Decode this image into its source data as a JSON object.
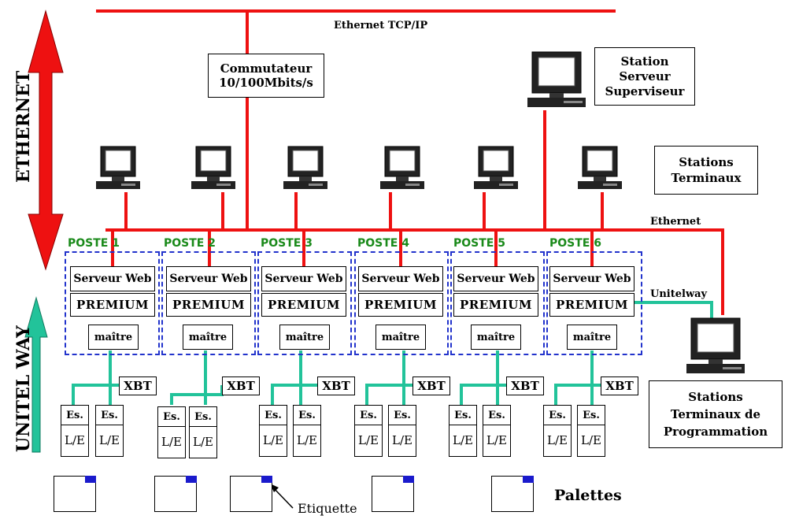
{
  "labels": {
    "ethernet_tcpip": "Ethernet TCP/IP",
    "ethernet": "Ethernet",
    "unitelway": "Unitelway",
    "ethernet_vertical": "ETHERNET",
    "unitelway_vertical": "UNITEL WAY",
    "etiquette": "Etiquette",
    "palettes": "Palettes"
  },
  "switch": {
    "line1": "Commutateur",
    "line2": "10/100Mbits/s"
  },
  "station_serveur": {
    "line1": "Station",
    "line2": "Serveur",
    "line3": "Superviseur"
  },
  "stations_terminaux": {
    "line1": "Stations",
    "line2": "Terminaux"
  },
  "stations_programmation": {
    "line1": "Stations",
    "line2": "Terminaux de",
    "line3": "Programmation"
  },
  "postes": [
    {
      "name": "POSTE 1",
      "web": "Serveur Web",
      "plc": "PREMIUM",
      "master": "maître",
      "hmi": "XBT",
      "io": [
        {
          "es": "Es.",
          "le": "L/E"
        },
        {
          "es": "Es.",
          "le": "L/E"
        }
      ]
    },
    {
      "name": "POSTE 2",
      "web": "Serveur Web",
      "plc": "PREMIUM",
      "master": "maître",
      "hmi": "XBT",
      "io": [
        {
          "es": "Es.",
          "le": "L/E"
        },
        {
          "es": "Es.",
          "le": "L/E"
        }
      ]
    },
    {
      "name": "POSTE 3",
      "web": "Serveur Web",
      "plc": "PREMIUM",
      "master": "maître",
      "hmi": "XBT",
      "io": [
        {
          "es": "Es.",
          "le": "L/E"
        },
        {
          "es": "Es.",
          "le": "L/E"
        }
      ]
    },
    {
      "name": "POSTE 4",
      "web": "Serveur Web",
      "plc": "PREMIUM",
      "master": "maître",
      "hmi": "XBT",
      "io": [
        {
          "es": "Es.",
          "le": "L/E"
        },
        {
          "es": "Es.",
          "le": "L/E"
        }
      ]
    },
    {
      "name": "POSTE 5",
      "web": "Serveur Web",
      "plc": "PREMIUM",
      "master": "maître",
      "hmi": "XBT",
      "io": [
        {
          "es": "Es.",
          "le": "L/E"
        },
        {
          "es": "Es.",
          "le": "L/E"
        }
      ]
    },
    {
      "name": "POSTE 6",
      "web": "Serveur Web",
      "plc": "PREMIUM",
      "master": "maître",
      "hmi": "XBT",
      "io": [
        {
          "es": "Es.",
          "le": "L/E"
        },
        {
          "es": "Es.",
          "le": "L/E"
        }
      ]
    }
  ],
  "colors": {
    "ethernet": "#ee1111",
    "unitelway": "#22c39a",
    "poste_label": "#1a8a1a",
    "poste_frame": "#2233cc",
    "etiquette": "#1a1acc"
  }
}
